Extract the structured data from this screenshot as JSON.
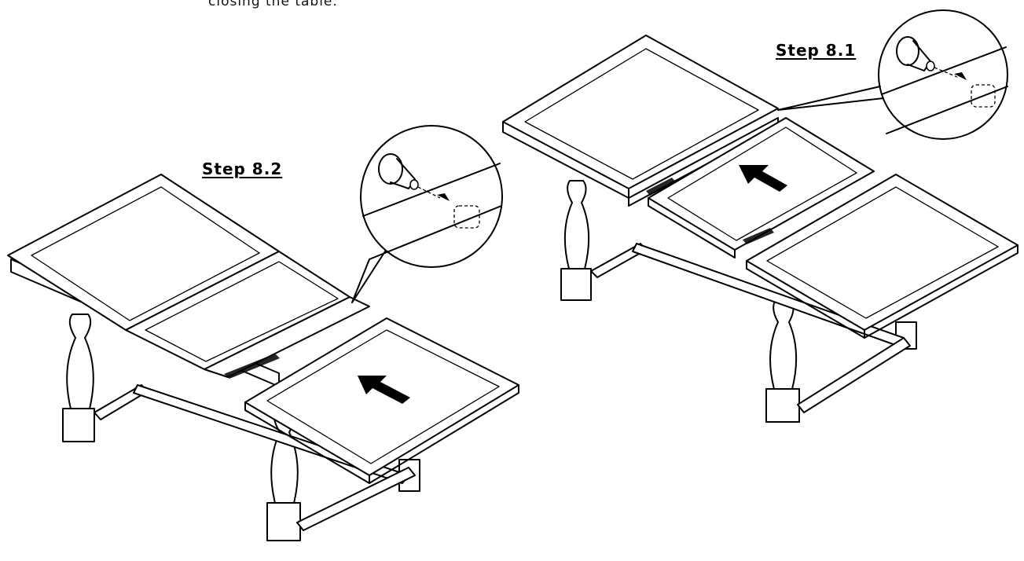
{
  "caption": "closing the table.",
  "steps": {
    "left": {
      "label": "Step 8.2"
    },
    "right": {
      "label": "Step 8.1"
    }
  },
  "icons": {
    "arrow": "push-arrow-icon",
    "dowel_detail": "dowel-pin-detail-icon"
  }
}
